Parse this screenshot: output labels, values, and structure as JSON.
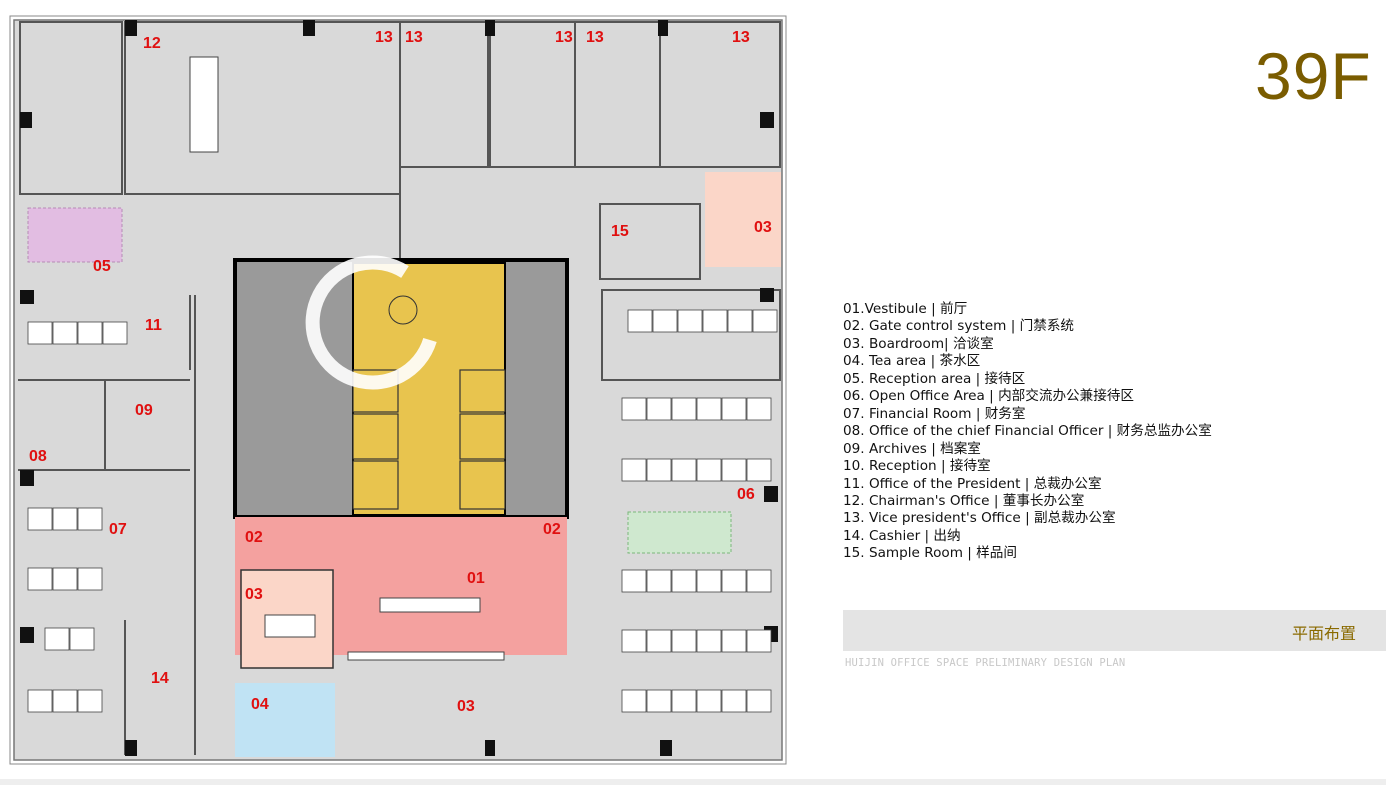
{
  "floor_title": "39F",
  "legend": [
    "01.Vestibule | 前厅",
    "02. Gate control system | 门禁系统",
    "03. Boardroom| 洽谈室",
    "04. Tea area | 茶水区",
    "05. Reception area | 接待区",
    "06. Open Office Area | 内部交流办公兼接待区",
    "07. Financial Room | 财务室",
    "08. Office of the chief Financial Officer |  财务总监办公室",
    "09. Archives | 档案室",
    "10. Reception | 接待室",
    "11. Office of the President  | 总裁办公室",
    "12. Chairman's Office | 董事长办公室",
    "13. Vice president's Office |  副总裁办公室",
    "14. Cashier | 出纳",
    "15. Sample Room | 样品间"
  ],
  "banner_label": "平面布置",
  "subtitle": "HUIJIN OFFICE SPACE PRELIMINARY DESIGN PLAN",
  "plan": {
    "markers": [
      "12",
      "13",
      "13",
      "13",
      "13",
      "13",
      "05",
      "11",
      "09",
      "08",
      "07",
      "14",
      "04",
      "03",
      "03",
      "03",
      "01",
      "02",
      "02",
      "06",
      "15"
    ]
  },
  "colors": {
    "floor": "#d9d9d9",
    "core_yellow": "#e8c44e",
    "vestibule_pink": "#f4a19f",
    "boardroom_peach": "#fbd6c8",
    "tea_blue": "#c0e3f4",
    "reception_purple": "#e2bde2",
    "marker_red": "#e01010",
    "title_gold": "#7a5c00"
  }
}
